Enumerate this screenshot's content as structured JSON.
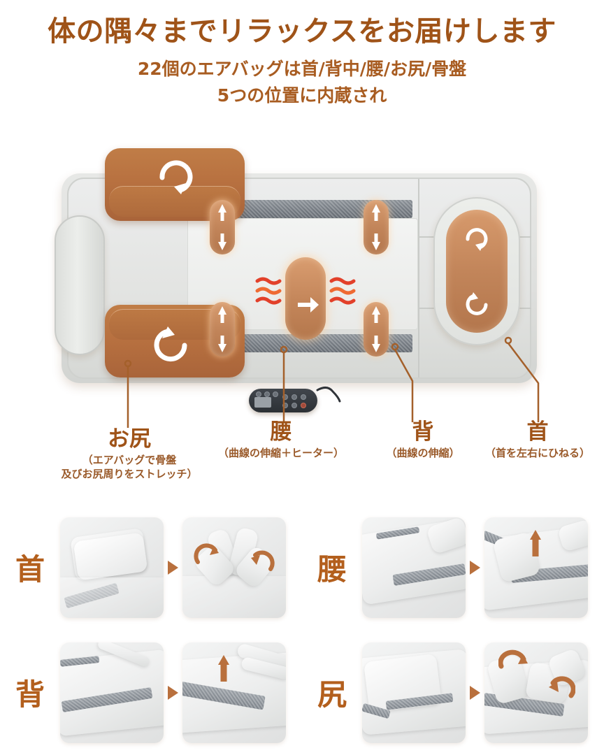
{
  "headline": "体の隅々までリラックスをお届けします",
  "subheadline": {
    "line1": "22個のエアバッグは首/背中/腰/お尻/骨盤",
    "line2": "5つの位置に内蔵され"
  },
  "colors": {
    "brand_brown": "#9f5318",
    "title_brown": "#b35f1d",
    "airbag_tan": "#c2855a",
    "cushion_brown": "#b87140",
    "strap_gray": "#767c83",
    "bg_top": "#fbf0da",
    "bg_bottom": "#ecbd8a",
    "heat_red": "#e2402a"
  },
  "callouts": [
    {
      "id": "hip",
      "title": "お尻",
      "caption_line1": "（エアバッグで骨盤",
      "caption_line2": "及びお尻周りをストレッチ）"
    },
    {
      "id": "waist",
      "title": "腰",
      "caption_line1": "（曲線の伸縮＋ヒーター）",
      "caption_line2": ""
    },
    {
      "id": "back",
      "title": "背",
      "caption_line1": "（曲線の伸縮）",
      "caption_line2": ""
    },
    {
      "id": "neck",
      "title": "首",
      "caption_line1": "（首を左右にひねる）",
      "caption_line2": ""
    }
  ],
  "product": {
    "airbag_count_label": "22",
    "icons": {
      "rotate": "rotate-arrow-icon",
      "double": "double-arrow-icon",
      "heat": "heat-wave-icon",
      "push": "push-arrow-icon",
      "remote": "remote-control-icon"
    }
  },
  "demo_grid": [
    {
      "id": "neck",
      "title": "首",
      "before_alt": "neck-pad-flat",
      "after_alt": "neck-pad-inflated"
    },
    {
      "id": "waist",
      "title": "腰",
      "before_alt": "waist-pad-flat",
      "after_alt": "waist-pad-lifted"
    },
    {
      "id": "back",
      "title": "背",
      "before_alt": "back-pad-flat",
      "after_alt": "back-pad-lifted"
    },
    {
      "id": "hip",
      "title": "尻",
      "before_alt": "hip-pad-flat",
      "after_alt": "hip-pad-folded"
    }
  ]
}
